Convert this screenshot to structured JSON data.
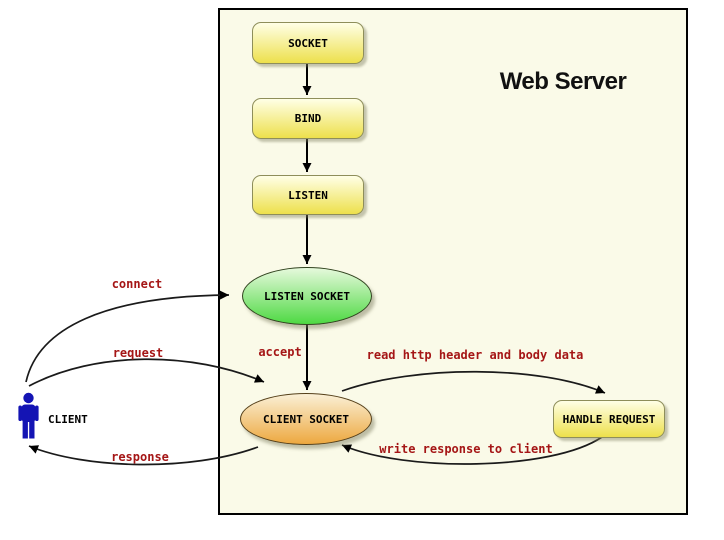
{
  "diagram": {
    "title": "Web Server",
    "nodes": {
      "socket": "SOCKET",
      "bind": "BIND",
      "listen": "LISTEN",
      "listen_socket": "LISTEN SOCKET",
      "client_socket": "CLIENT SOCKET",
      "handle_request": "HANDLE REQUEST",
      "client": "CLIENT"
    },
    "edge_labels": {
      "connect": "connect",
      "request": "request",
      "response": "response",
      "accept": "accept",
      "read": "read http header and body data",
      "write": "write response to client"
    },
    "colors": {
      "background": "#FAFAE8",
      "box_yellow_top": "#FFFFE6",
      "box_yellow_bottom": "#EDE04C",
      "ellipse_green_top": "#E6F9DC",
      "ellipse_green_bottom": "#4ED943",
      "ellipse_orange_top": "#FAF0D6",
      "ellipse_orange_bottom": "#EDA83F",
      "label_red": "#A51616",
      "client_blue": "#1414B4"
    }
  }
}
